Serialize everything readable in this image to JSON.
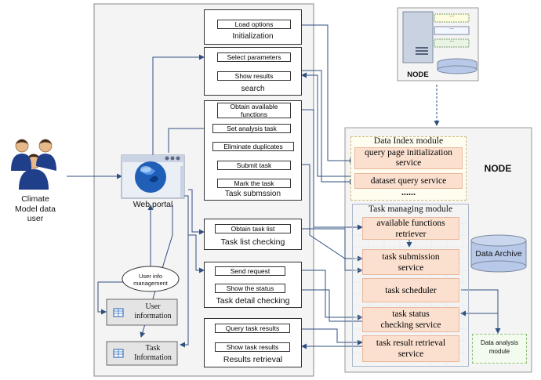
{
  "user": {
    "label_line1": "Climate",
    "label_line2": "Model data",
    "label_line3": "user"
  },
  "portal": {
    "label": "Web portal"
  },
  "panels": {
    "init": {
      "sub": "Load options",
      "title": "Initialization"
    },
    "search": {
      "sub1": "Select parameters",
      "sub2": "Show results",
      "title": "search"
    },
    "submission": {
      "sub1_line1": "Obtain available",
      "sub1_line2": "functions",
      "sub2": "Set analysis task",
      "sub3": "Eliminate duplicates",
      "sub4": "Submit task",
      "sub5": "Mark the task",
      "title": "Task submssion"
    },
    "list": {
      "sub": "Obtain task list",
      "title": "Task list checking"
    },
    "detail": {
      "sub1": "Send request",
      "sub2": "Show the status",
      "title": "Task detail checking"
    },
    "results": {
      "sub1": "Query task results",
      "sub2": "Show task results",
      "title": "Results retrieval"
    }
  },
  "user_info_mgmt": {
    "line1": "User info",
    "line2": "management"
  },
  "user_information": {
    "line1": "User",
    "line2": "information"
  },
  "task_information": {
    "line1": "Task",
    "line2": "Information"
  },
  "node_top": {
    "label": "NODE",
    "dots": [
      "...",
      "...",
      "..."
    ]
  },
  "node_main": {
    "label": "NODE",
    "data_index": {
      "title": "Data Index module",
      "item1_line1": "query page initialization",
      "item1_line2": "service",
      "item2": "dataset query service",
      "ellipsis": "......"
    },
    "task_managing": {
      "title": "Task managing module",
      "items": [
        {
          "line1": "available functions",
          "line2": "retriever"
        },
        {
          "line1": "task submission",
          "line2": "service"
        },
        {
          "line1": "task scheduler",
          "line2": ""
        },
        {
          "line1": "task status",
          "line2": "checking service"
        },
        {
          "line1": "task result retrieval",
          "line2": "service"
        }
      ]
    },
    "data_archive": "Data Archive",
    "data_analysis": {
      "line1": "Data analysis",
      "line2": "module"
    }
  },
  "colors": {
    "line": "#2f4f7f",
    "pink": "#fbe0cf",
    "pink_border": "#e8b79c",
    "panel_bg": "#f4f4f4",
    "yellow_bg": "#fffdf0",
    "globe": "#1f5fb8",
    "db_fill": "#b8c8e8"
  }
}
